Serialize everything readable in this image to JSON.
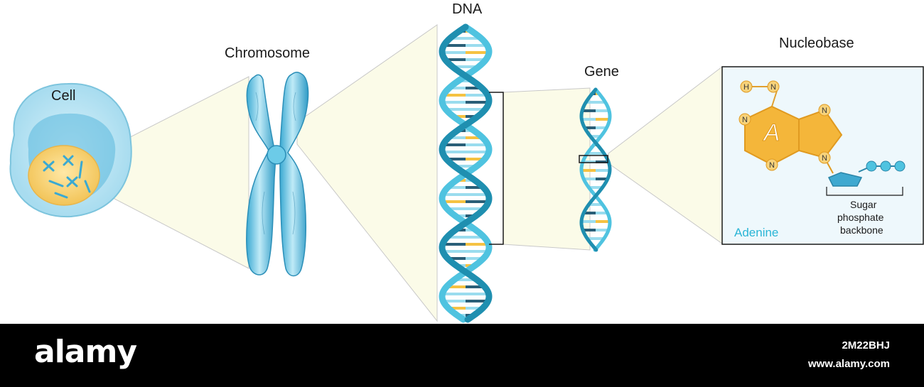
{
  "labels": {
    "cell": "Cell",
    "chromosome": "Chromosome",
    "dna": "DNA",
    "gene": "Gene",
    "nucleobase": "Nucleobase",
    "adenine": "Adenine",
    "adenine_letter": "A",
    "hydrogen": "H",
    "nitrogen": "N",
    "sugar": "Sugar",
    "phosphate": "phosphate",
    "backbone": "backbone"
  },
  "footer": {
    "logo": "alamy",
    "image_code": "2M22BHJ",
    "url": "www.alamy.com"
  },
  "colors": {
    "helix_blue": "#4fc3e0",
    "helix_dark": "#1f8fb0",
    "base_yellow": "#f5c242",
    "base_blue": "#9adcee",
    "base_dark": "#2a5f78",
    "callout_fill": "#fbfbe8",
    "nucleobase_box": "#eef8fc",
    "adenine_text": "#2ab5d6",
    "molecule_fill": "#f4b63a"
  }
}
